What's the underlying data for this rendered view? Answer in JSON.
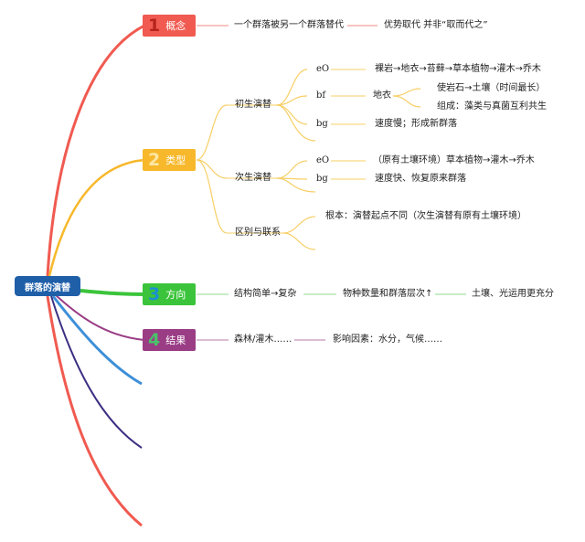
{
  "root": "群落的演替",
  "branches": [
    {
      "num": "1",
      "label": "概念",
      "color": "#f05a50",
      "numColor": "#b5241d"
    },
    {
      "num": "2",
      "label": "类型",
      "color": "#f7b82b",
      "numColor": "#fde7a4"
    },
    {
      "num": "3",
      "label": "方向",
      "color": "#3bc43b",
      "numColor": "#1b8fcf"
    },
    {
      "num": "4",
      "label": "结果",
      "color": "#9a3d85",
      "numColor": "#4cc06a"
    }
  ],
  "concept": {
    "definition": "一个群落被另一个群落替代",
    "note": "优势取代 并非“取而代之”"
  },
  "types": {
    "primary": {
      "label": "初生演替",
      "eO": "eO",
      "eO_text": "裸岩→地衣→苔藓→草本植物→灌木→乔木",
      "bf": "bf",
      "bf_text": "地衣",
      "lichen_1": "使岩石→土壤（时间最长）",
      "lichen_2": "组成：藻类与真菌互利共生",
      "bg": "bg",
      "bg_text": "速度慢；形成新群落"
    },
    "secondary": {
      "label": "次生演替",
      "eO": "eO",
      "eO_text": "（原有土壤环境）草本植物→灌木→乔木",
      "bg": "bg",
      "bg_text": "速度快、恢复原来群落"
    },
    "diff": {
      "label": "区别与联系",
      "text": "根本：演替起点不同（次生演替有原有土壤环境）"
    }
  },
  "direction": {
    "a": "结构简单→复杂",
    "b": "物种数量和群落层次↑",
    "c": "土壤、光运用更充分"
  },
  "result": {
    "a": "森林/灌木……",
    "b": "影响因素：水分，气候……"
  }
}
